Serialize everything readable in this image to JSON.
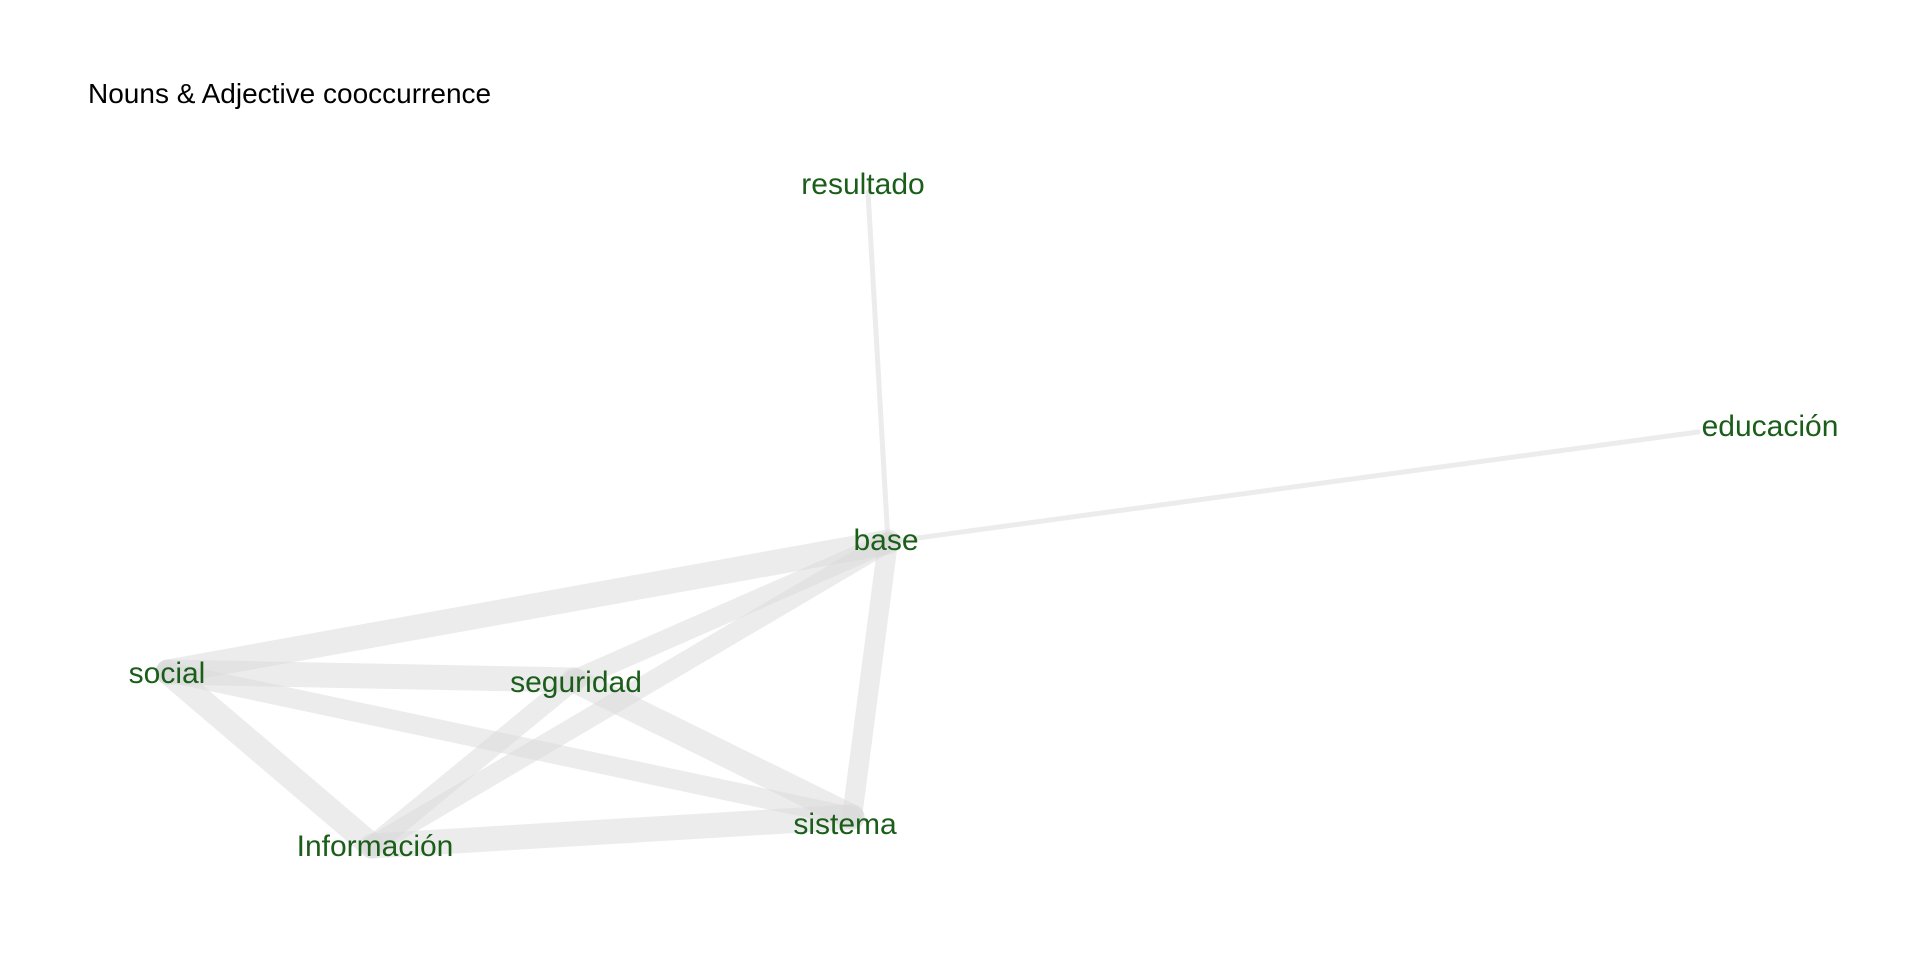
{
  "title": "Nouns & Adjective cooccurrence",
  "colors": {
    "background": "#ffffff",
    "label": "#1a5e1a",
    "edge": "#d9d9d9",
    "title": "#000000"
  },
  "nodes": [
    {
      "id": "resultado",
      "label": "resultado"
    },
    {
      "id": "educacion",
      "label": "educación"
    },
    {
      "id": "base",
      "label": "base"
    },
    {
      "id": "social",
      "label": "social"
    },
    {
      "id": "seguridad",
      "label": "seguridad"
    },
    {
      "id": "sistema",
      "label": "sistema"
    },
    {
      "id": "informacion",
      "label": "Información"
    }
  ],
  "edges": [
    {
      "source": "base",
      "target": "resultado",
      "weight": 1
    },
    {
      "source": "base",
      "target": "educacion",
      "weight": 1
    },
    {
      "source": "base",
      "target": "social",
      "weight": 5
    },
    {
      "source": "base",
      "target": "seguridad",
      "weight": 4
    },
    {
      "source": "base",
      "target": "informacion",
      "weight": 4
    },
    {
      "source": "base",
      "target": "sistema",
      "weight": 4
    },
    {
      "source": "social",
      "target": "seguridad",
      "weight": 5
    },
    {
      "source": "social",
      "target": "sistema",
      "weight": 4
    },
    {
      "source": "social",
      "target": "informacion",
      "weight": 5
    },
    {
      "source": "seguridad",
      "target": "sistema",
      "weight": 5
    },
    {
      "source": "seguridad",
      "target": "informacion",
      "weight": 4
    },
    {
      "source": "informacion",
      "target": "sistema",
      "weight": 5
    }
  ]
}
